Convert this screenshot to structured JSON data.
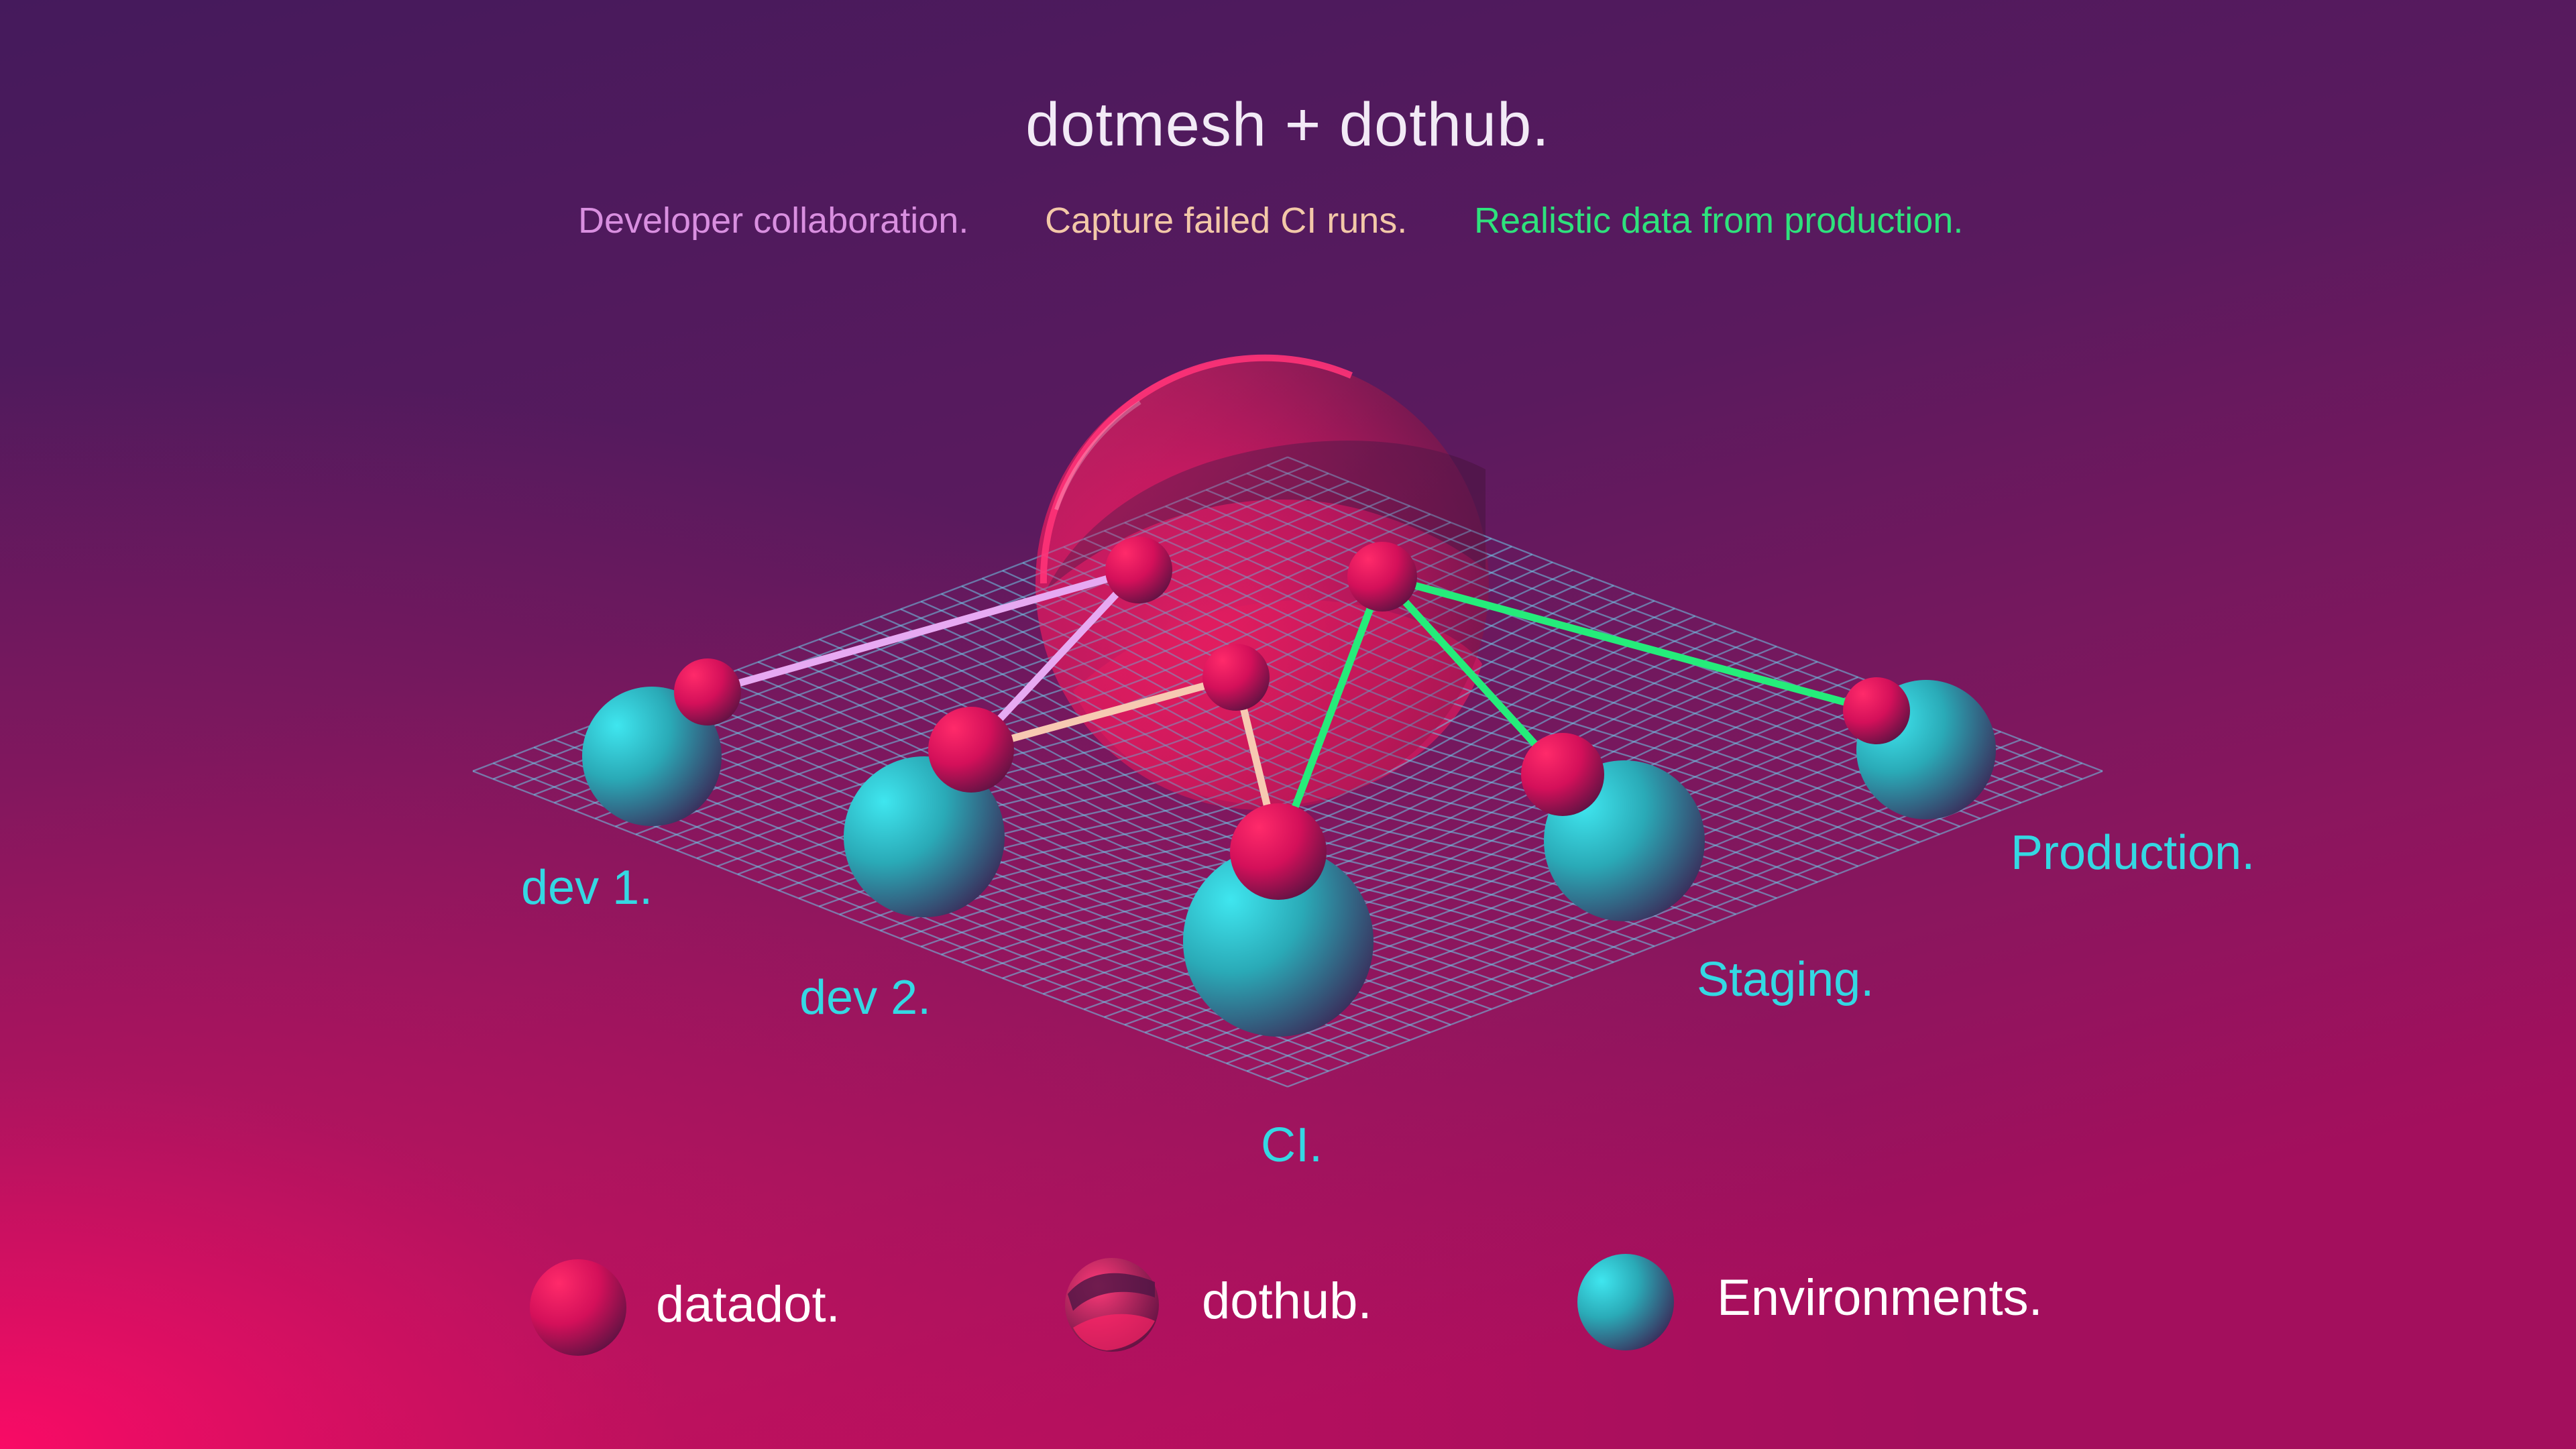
{
  "title": "dotmesh + dothub.",
  "taglines": {
    "developer": "Developer collaboration.",
    "ci": "Capture failed CI runs.",
    "production": "Realistic data from production."
  },
  "environments": {
    "dev1": "dev 1.",
    "dev2": "dev 2.",
    "ci": "CI.",
    "staging": "Staging.",
    "production": "Production."
  },
  "legend": {
    "datadot": "datadot.",
    "dothub": "dothub.",
    "environments": "Environments."
  },
  "colors": {
    "developer_link": "#e7a9f2",
    "ci_link": "#f7c9b2",
    "production_link": "#25ec7a",
    "environment_sphere": "#36d3df",
    "datadot_sphere": "#e0125c",
    "label_text": "#34d8e3"
  }
}
